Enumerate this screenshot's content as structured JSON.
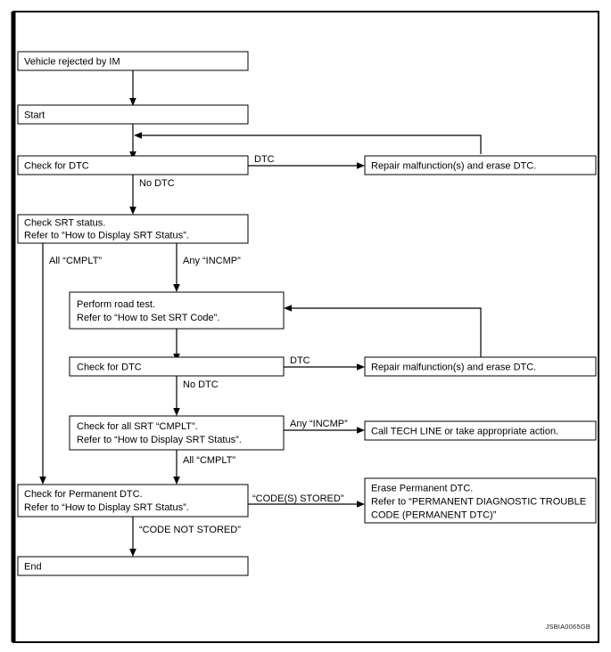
{
  "figure": {
    "id_label": "JSBIA0065GB",
    "frame_color": "#000000",
    "background_color": "#ffffff",
    "line_color": "#000000"
  },
  "nodes": {
    "vehicle_rejected": {
      "line1": "Vehicle rejected by IM"
    },
    "start": {
      "line1": "Start"
    },
    "check_dtc_1": {
      "line1": "Check for DTC"
    },
    "repair_1": {
      "line1": "Repair malfunction(s) and erase DTC."
    },
    "check_srt_status": {
      "line1": "Check SRT status.",
      "line2": "Refer to “How to Display SRT Status”."
    },
    "perform_road_test": {
      "line1": "Perform road test.",
      "line2": "Refer to “How to Set SRT Code”."
    },
    "check_dtc_2": {
      "line1": "Check for DTC"
    },
    "repair_2": {
      "line1": "Repair malfunction(s) and erase DTC."
    },
    "check_all_srt": {
      "line1": "Check for all SRT “CMPLT”.",
      "line2": "Refer to “How to Display SRT Status”."
    },
    "call_tech_line": {
      "line1": "Call TECH LINE or take appropriate action."
    },
    "check_permanent_dtc": {
      "line1": "Check for Permanent DTC.",
      "line2": "Refer to “How to Display SRT Status”."
    },
    "erase_permanent_dtc": {
      "line1": "Erase Permanent DTC.",
      "line2": "Refer to “PERMANENT DIAGNOSTIC TROUBLE",
      "line3": "CODE (PERMANENT DTC)”"
    },
    "end": {
      "line1": "End"
    }
  },
  "edge_labels": {
    "dtc_1": "DTC",
    "no_dtc_1": "No DTC",
    "all_cmplt_1": "All “CMPLT”",
    "any_incmp_1": "Any “INCMP”",
    "dtc_2": "DTC",
    "no_dtc_2": "No DTC",
    "any_incmp_2": "Any “INCMP”",
    "all_cmplt_2": "All “CMPLT”",
    "codes_stored": "“CODE(S) STORED”",
    "code_not_stored": "“CODE NOT STORED”"
  },
  "chart_data": {
    "type": "diagram",
    "title": "Inspection / SRT status diagnostic flow chart",
    "flow": [
      {
        "from": "vehicle_rejected",
        "to": "start",
        "label": ""
      },
      {
        "from": "start",
        "to": "check_dtc_1",
        "label": ""
      },
      {
        "from": "check_dtc_1",
        "to": "repair_1",
        "label": "DTC"
      },
      {
        "from": "repair_1",
        "to": "check_dtc_1",
        "label": ""
      },
      {
        "from": "check_dtc_1",
        "to": "check_srt_status",
        "label": "No DTC"
      },
      {
        "from": "check_srt_status",
        "to": "check_permanent_dtc",
        "label": "All “CMPLT”"
      },
      {
        "from": "check_srt_status",
        "to": "perform_road_test",
        "label": "Any “INCMP”"
      },
      {
        "from": "perform_road_test",
        "to": "check_dtc_2",
        "label": ""
      },
      {
        "from": "check_dtc_2",
        "to": "repair_2",
        "label": "DTC"
      },
      {
        "from": "repair_2",
        "to": "perform_road_test",
        "label": ""
      },
      {
        "from": "check_dtc_2",
        "to": "check_all_srt",
        "label": "No DTC"
      },
      {
        "from": "check_all_srt",
        "to": "call_tech_line",
        "label": "Any “INCMP”"
      },
      {
        "from": "check_all_srt",
        "to": "check_permanent_dtc",
        "label": "All “CMPLT”"
      },
      {
        "from": "check_permanent_dtc",
        "to": "erase_permanent_dtc",
        "label": "“CODE(S) STORED”"
      },
      {
        "from": "check_permanent_dtc",
        "to": "end",
        "label": "“CODE NOT STORED”"
      }
    ]
  }
}
